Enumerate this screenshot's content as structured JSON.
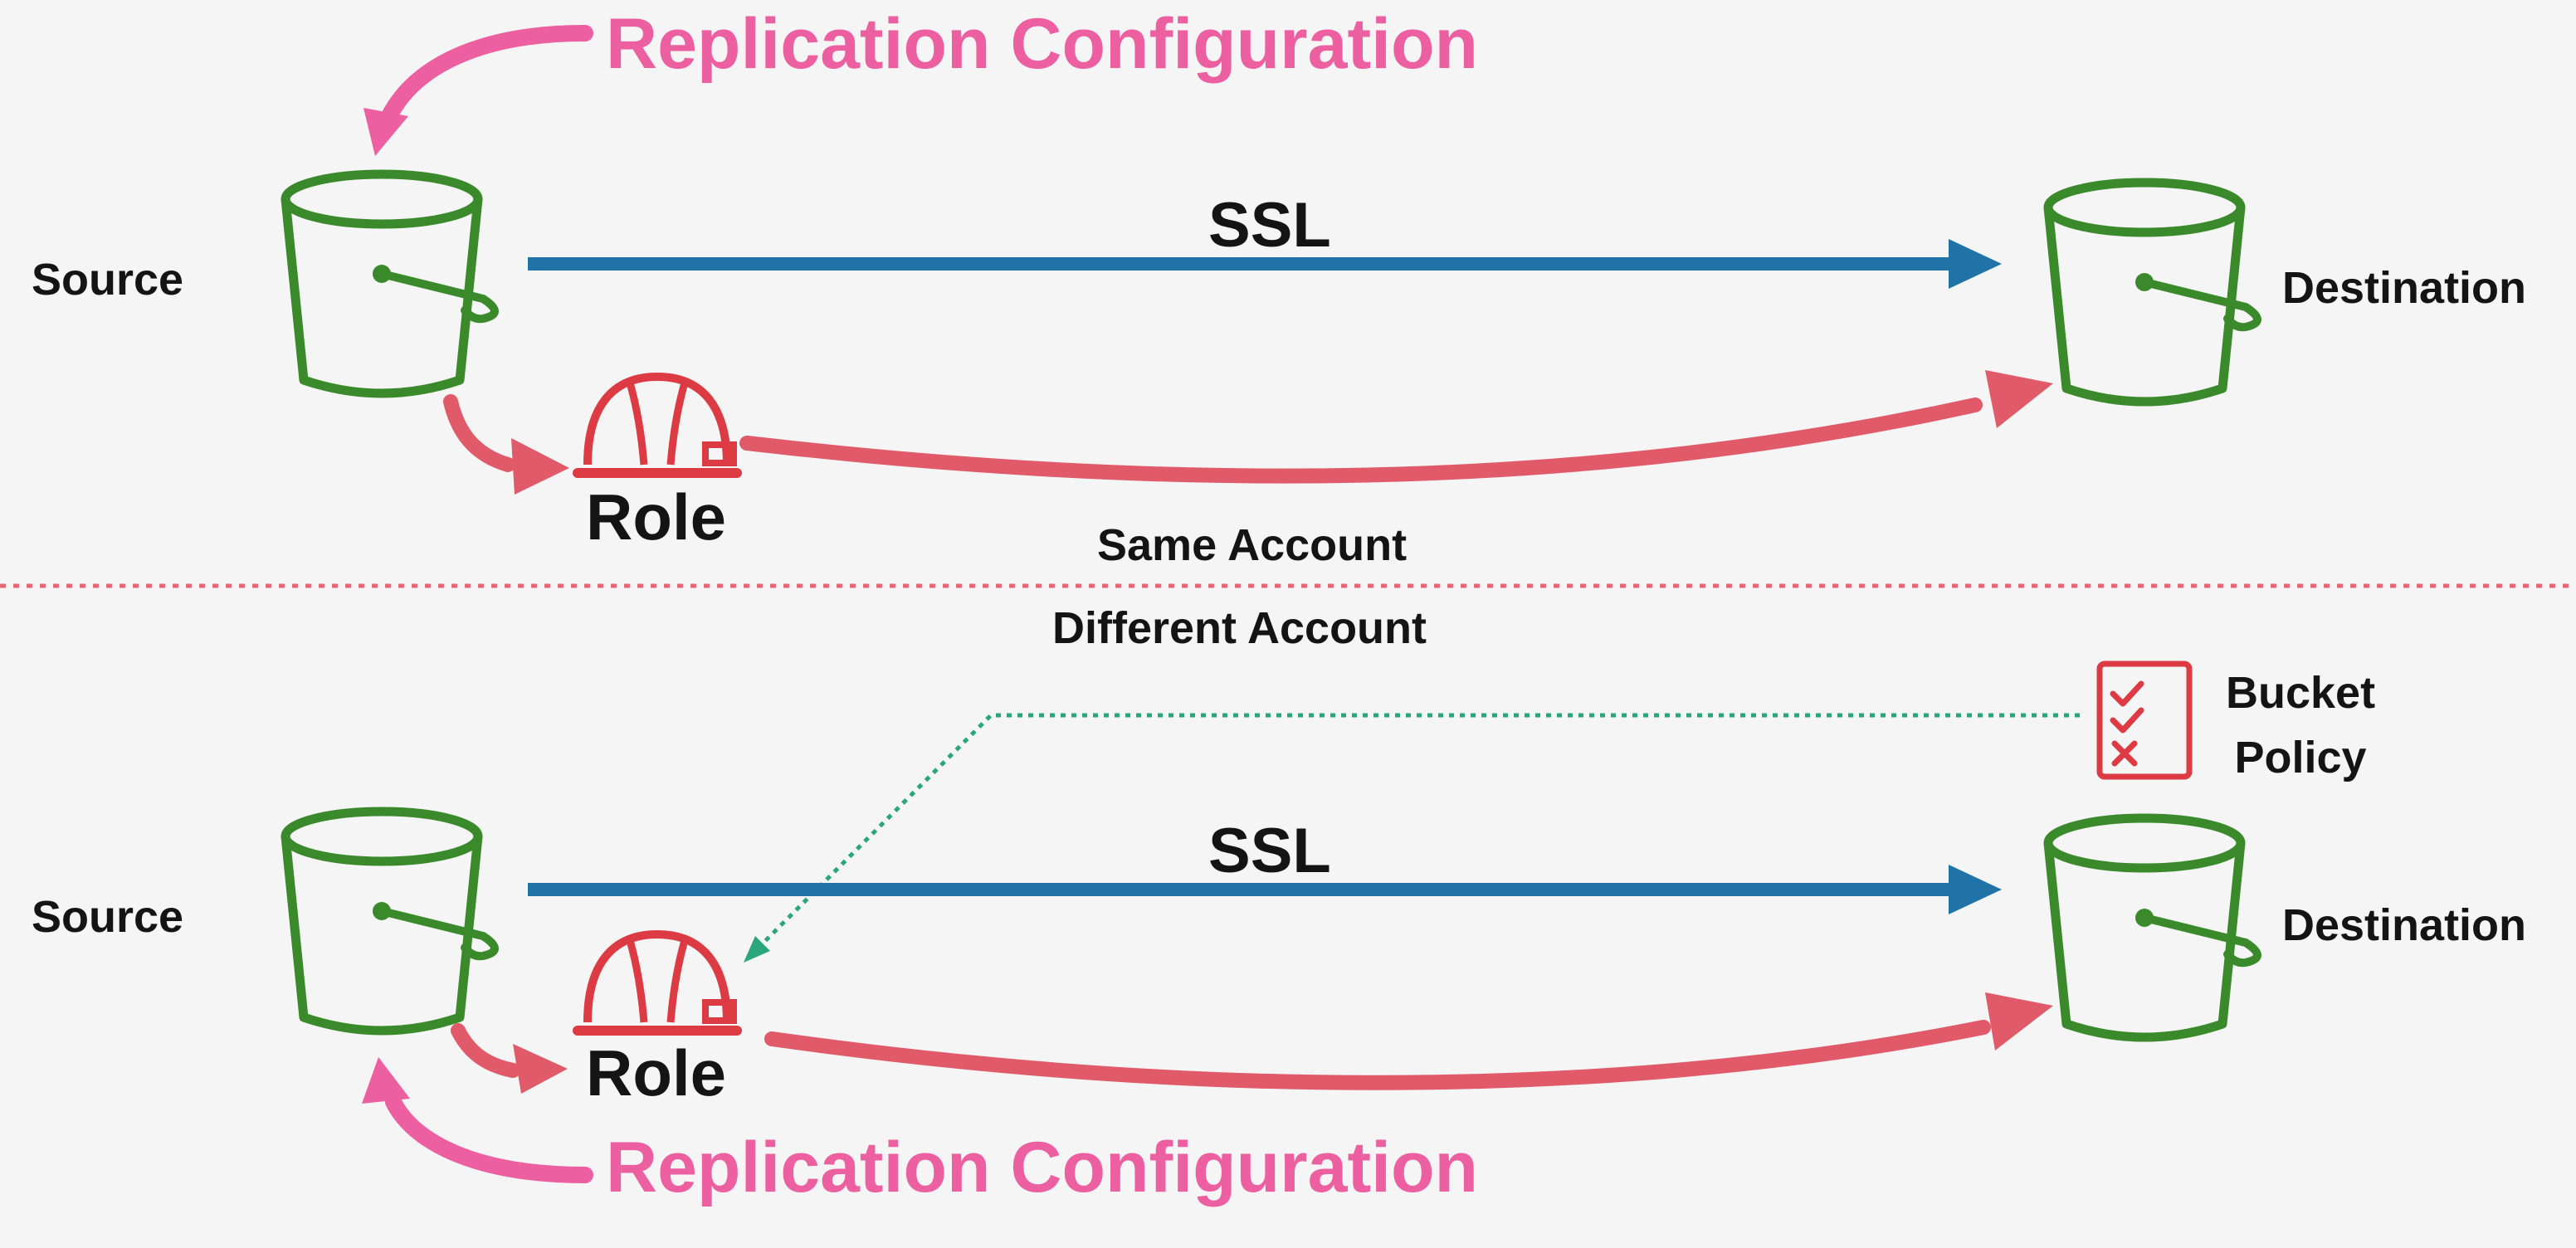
{
  "colors": {
    "background": "#f5f5f5",
    "bucket": "#3a8a2c",
    "ssl_arrow": "#1f73a6",
    "role": "#dc3b43",
    "role_arrow": "#e05a6a",
    "replication": "#ec5fa0",
    "bucket_policy_line": "#2aa57c",
    "divider": "#e36a73"
  },
  "same_account": {
    "source_label": "Source",
    "destination_label": "Destination",
    "ssl_label": "SSL",
    "role_label": "Role",
    "replication_label": "Replication Configuration",
    "section_label": "Same Account"
  },
  "different_account": {
    "section_label": "Different Account",
    "source_label": "Source",
    "destination_label": "Destination",
    "ssl_label": "SSL",
    "role_label": "Role",
    "replication_label": "Replication Configuration",
    "bucket_policy_label_line1": "Bucket",
    "bucket_policy_label_line2": "Policy"
  },
  "icons": {
    "bucket": "s3-bucket-icon",
    "role": "iam-role-hardhat-icon",
    "policy": "policy-checklist-icon"
  }
}
